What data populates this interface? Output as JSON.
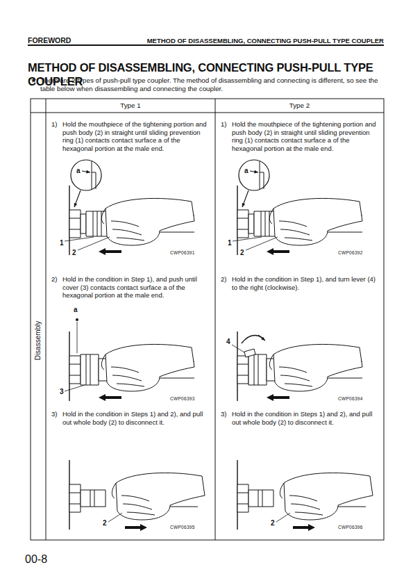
{
  "diagram": {
    "title": "METHOD OF DISASSEMBLING, CONNECTING PUSH-PULL TYPE COUPLER",
    "labels": [
      "FOREWORD",
      "METHOD OF DISASSEMBLING, CONNECTING PUSH-PULL TYPE COUPLER",
      "★",
      "There are 2 types of push-pull type coupler. The method of disassembling and connecting is different, so see the table below when disassembling and connecting the coupler.",
      "Type 1",
      "Type 2",
      "Disassembly",
      "1)",
      "Hold the mouthpiece of the tightening portion and push body (2) in straight until sliding prevention ring (1) contacts contact surface a of the hexagonal portion at the male end.",
      "1)",
      "Hold the mouthpiece of the tightening portion and push body (2) in straight until sliding prevention ring (1) contacts contact surface a of the hexagonal portion at the male end.",
      "a",
      "1",
      "2",
      "CWP06391",
      "a",
      "1",
      "2",
      "CWP06392",
      "2)",
      "Hold in the condition in Step 1), and push until cover (3) contacts contact surface a of the hexagonal portion at the male end.",
      "2)",
      "Hold in the condition in Step 1), and turn lever (4) to the right (clockwise).",
      "a",
      "3",
      "CWP06393",
      "4",
      "CWP06394",
      "3)",
      "Hold in the condition in Steps 1) and 2), and pull out whole body (2) to disconnect it.",
      "3)",
      "Hold in the condition in Steps 1) and 2), and pull out whole body (2) to disconnect it.",
      "2",
      "CWP06395",
      "2",
      "CWP06396",
      "00-8"
    ]
  }
}
